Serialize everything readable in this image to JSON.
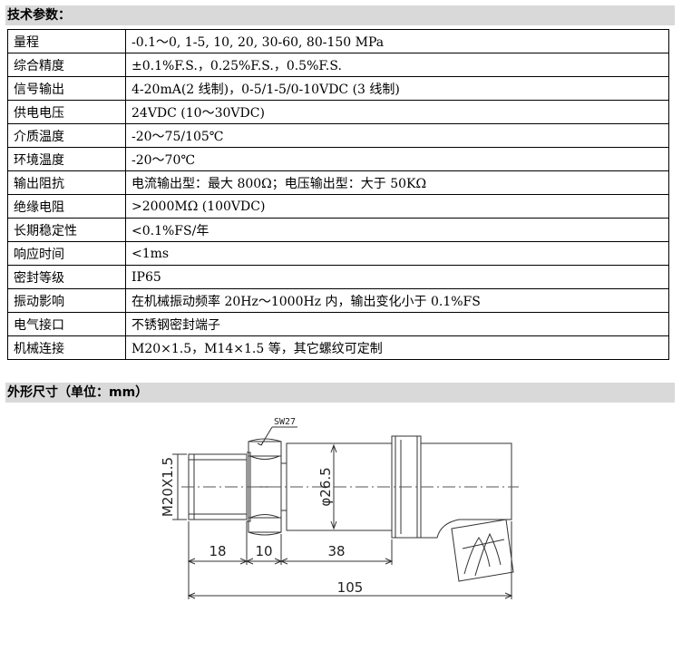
{
  "spec_section": {
    "title": "技术参数："
  },
  "spec_rows": [
    {
      "key": "量程",
      "value": "-0.1～0, 1-5, 10, 20, 30-60, 80-150 MPa"
    },
    {
      "key": "综合精度",
      "value": "±0.1%F.S.，0.25%F.S.，0.5%F.S."
    },
    {
      "key": "信号输出",
      "value": "4-20mA(2 线制)，0-5/1-5/0-10VDC (3 线制)"
    },
    {
      "key": "供电电压",
      "value": "24VDC (10～30VDC)"
    },
    {
      "key": "介质温度",
      "value": "-20～75/105℃"
    },
    {
      "key": "环境温度",
      "value": "-20～70℃"
    },
    {
      "key": "输出阻抗",
      "value": "电流输出型：最大 800Ω；电压输出型：大于 50KΩ"
    },
    {
      "key": "绝缘电阻",
      "value": ">2000MΩ (100VDC)"
    },
    {
      "key": "长期稳定性",
      "value": "<0.1%FS/年"
    },
    {
      "key": "响应时间",
      "value": "<1ms"
    },
    {
      "key": "密封等级",
      "value": "IP65"
    },
    {
      "key": "振动影响",
      "value": "在机械振动频率 20Hz～1000Hz 内，输出变化小于 0.1%FS"
    },
    {
      "key": "电气接口",
      "value": "不锈钢密封端子"
    },
    {
      "key": "机械连接",
      "value": "M20×1.5，M14×1.5 等，其它螺纹可定制"
    }
  ],
  "dimension_section": {
    "title": "外形尺寸（单位：mm）"
  },
  "drawing": {
    "hex_label": "SW27",
    "thread_label": "M20X1.5",
    "diameter_label": "φ26.5",
    "dim_18": "18",
    "dim_10": "10",
    "dim_38": "38",
    "dim_105": "105"
  }
}
